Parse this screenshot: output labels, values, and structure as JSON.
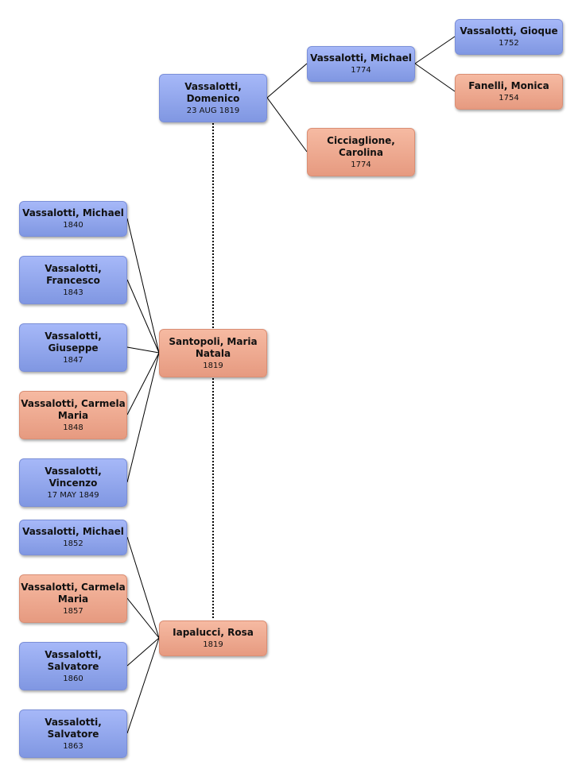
{
  "people": {
    "domenico": {
      "name": "Vassalotti,\nDomenico",
      "date": "23 AUG 1819",
      "gender": "male"
    },
    "michael_1774": {
      "name": "Vassalotti, Michael",
      "date": "1774",
      "gender": "male"
    },
    "carolina": {
      "name": "Cicciaglione,\nCarolina",
      "date": "1774",
      "gender": "female"
    },
    "gioque": {
      "name": "Vassalotti, Gioque",
      "date": "1752",
      "gender": "male"
    },
    "monica": {
      "name": "Fanelli, Monica",
      "date": "1754",
      "gender": "female"
    },
    "maria_natala": {
      "name": "Santopoli, Maria\nNatala",
      "date": "1819",
      "gender": "female"
    },
    "rosa": {
      "name": "Iapalucci, Rosa",
      "date": "1819",
      "gender": "female"
    },
    "michael_1840": {
      "name": "Vassalotti, Michael",
      "date": "1840",
      "gender": "male"
    },
    "francesco": {
      "name": "Vassalotti,\nFrancesco",
      "date": "1843",
      "gender": "male"
    },
    "giuseppe": {
      "name": "Vassalotti,\nGiuseppe",
      "date": "1847",
      "gender": "male"
    },
    "carmela_1848": {
      "name": "Vassalotti, Carmela\nMaria",
      "date": "1848",
      "gender": "female"
    },
    "vincenzo": {
      "name": "Vassalotti,\nVincenzo",
      "date": "17 MAY 1849",
      "gender": "male"
    },
    "michael_1852": {
      "name": "Vassalotti, Michael",
      "date": "1852",
      "gender": "male"
    },
    "carmela_1857": {
      "name": "Vassalotti, Carmela\nMaria",
      "date": "1857",
      "gender": "female"
    },
    "salvatore_1860": {
      "name": "Vassalotti,\nSalvatore",
      "date": "1860",
      "gender": "male"
    },
    "salvatore_1863": {
      "name": "Vassalotti,\nSalvatore",
      "date": "1863",
      "gender": "male"
    }
  },
  "colors": {
    "male": "#8fa4ee",
    "female": "#eea88e",
    "connector": "#000000"
  }
}
